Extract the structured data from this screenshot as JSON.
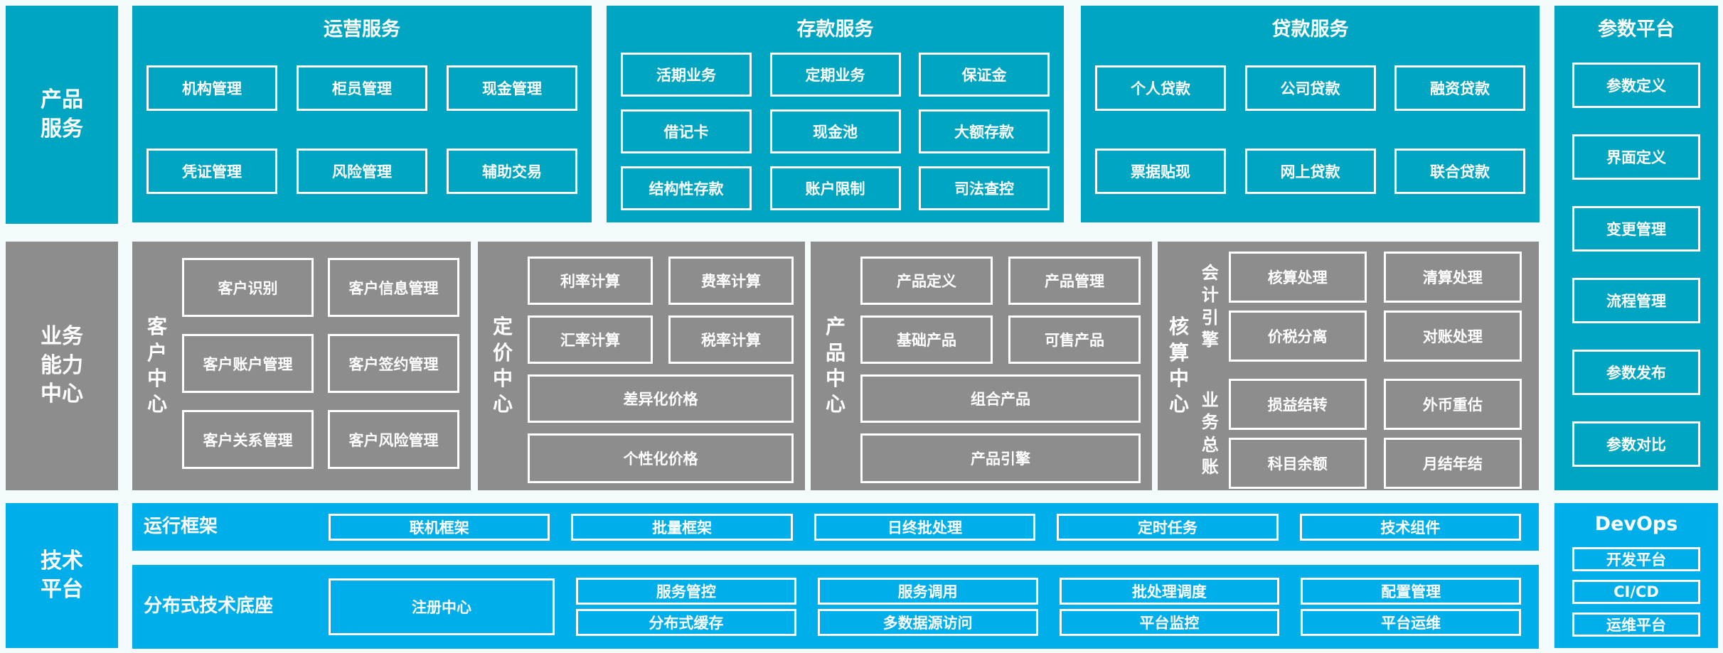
{
  "colors": {
    "teal": "#00a6c1",
    "gray": "#8d8d8d",
    "blue": "#00aeea",
    "background": "#f4fbfd",
    "box_border": "#ffffff",
    "text": "#ffffff"
  },
  "sidebars": {
    "product": "产品服务",
    "business": "业务能力中心",
    "tech": "技术平台"
  },
  "sections": {
    "operation": {
      "title": "运营服务",
      "boxes": [
        "机构管理",
        "柜员管理",
        "现金管理",
        "凭证管理",
        "风险管理",
        "辅助交易"
      ]
    },
    "deposit": {
      "title": "存款服务",
      "boxes": [
        "活期业务",
        "定期业务",
        "保证金",
        "借记卡",
        "现金池",
        "大额存款",
        "结构性存款",
        "账户限制",
        "司法查控"
      ]
    },
    "loan": {
      "title": "贷款服务",
      "boxes": [
        "个人贷款",
        "公司贷款",
        "融资贷款",
        "票据贴现",
        "网上贷款",
        "联合贷款"
      ]
    },
    "param": {
      "title": "参数平台",
      "boxes": [
        "参数定义",
        "界面定义",
        "变更管理",
        "流程管理",
        "参数发布",
        "参数对比"
      ]
    },
    "customer": {
      "label": "客户中心",
      "boxes": [
        "客户识别",
        "客户信息管理",
        "客户账户管理",
        "客户签约管理",
        "客户关系管理",
        "客户风险管理"
      ]
    },
    "pricing": {
      "label": "定价中心",
      "boxes": [
        "利率计算",
        "费率计算",
        "汇率计算",
        "税率计算"
      ],
      "wide_boxes": [
        "差异化价格",
        "个性化价格"
      ]
    },
    "product_center": {
      "label": "产品中心",
      "boxes": [
        "产品定义",
        "产品管理",
        "基础产品",
        "可售产品"
      ],
      "wide_boxes": [
        "组合产品",
        "产品引擎"
      ]
    },
    "accounting": {
      "label": "核算中心",
      "groups": [
        {
          "label": "会计引擎",
          "boxes": [
            "核算处理",
            "清算处理",
            "价税分离",
            "对账处理"
          ]
        },
        {
          "label": "业务总账",
          "boxes": [
            "损益结转",
            "外币重估",
            "科目余额",
            "月结年结"
          ]
        }
      ]
    },
    "runtime": {
      "label": "运行框架",
      "boxes": [
        "联机框架",
        "批量框架",
        "日终批处理",
        "定时任务",
        "技术组件"
      ]
    },
    "distributed": {
      "label": "分布式技术底座",
      "main_box": "注册中心",
      "boxes": [
        "服务管控",
        "服务调用",
        "批处理调度",
        "配置管理",
        "分布式缓存",
        "多数据源访问",
        "平台监控",
        "平台运维"
      ]
    },
    "devops": {
      "title": "DevOps",
      "boxes": [
        "开发平台",
        "CI/CD",
        "运维平台"
      ]
    }
  }
}
